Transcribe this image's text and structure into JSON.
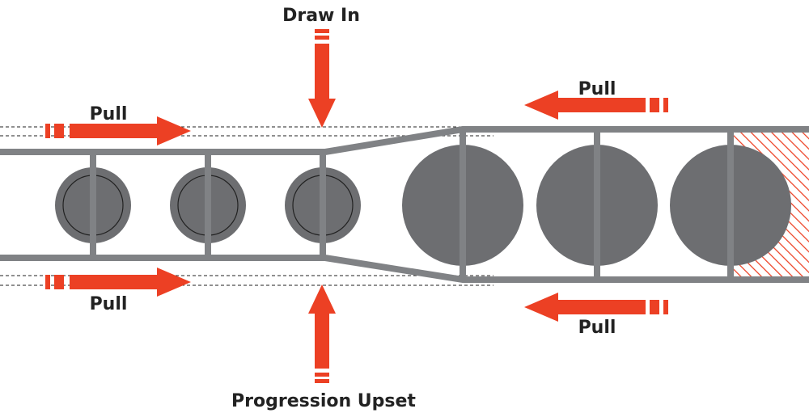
{
  "labels": {
    "draw_in": "Draw In",
    "progression_upset": "Progression Upset",
    "pull_top_left": "Pull",
    "pull_bottom_left": "Pull",
    "pull_top_right": "Pull",
    "pull_bottom_right": "Pull"
  },
  "colors": {
    "arrow": "#ec4024",
    "structure": "#808285",
    "fill": "#6d6e71",
    "hatch": "#ec4024",
    "text": "#222222",
    "dashed": "#222222"
  }
}
